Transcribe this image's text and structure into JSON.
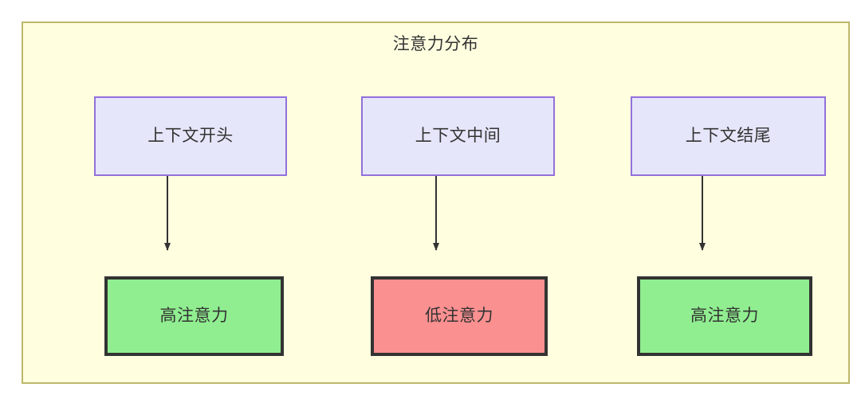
{
  "diagram": {
    "title": "注意力分布",
    "background_color": "#ffffe0",
    "border_color": "#bdb76b",
    "nodes": [
      {
        "id": "ctx-start",
        "label": "上下文开头",
        "row": "top",
        "fill": "#e6e6fa",
        "stroke": "#9370db"
      },
      {
        "id": "ctx-middle",
        "label": "上下文中间",
        "row": "top",
        "fill": "#e6e6fa",
        "stroke": "#9370db"
      },
      {
        "id": "ctx-end",
        "label": "上下文结尾",
        "row": "top",
        "fill": "#e6e6fa",
        "stroke": "#9370db"
      },
      {
        "id": "high-start",
        "label": "高注意力",
        "row": "bottom",
        "fill": "#90ee90",
        "stroke": "#333333"
      },
      {
        "id": "low-middle",
        "label": "低注意力",
        "row": "bottom",
        "fill": "#fa9090",
        "stroke": "#333333"
      },
      {
        "id": "high-end",
        "label": "高注意力",
        "row": "bottom",
        "fill": "#90ee90",
        "stroke": "#333333"
      }
    ],
    "edges": [
      {
        "from": "ctx-start",
        "to": "high-start",
        "style": "solid-arrow"
      },
      {
        "from": "ctx-middle",
        "to": "low-middle",
        "style": "solid-arrow"
      },
      {
        "from": "ctx-end",
        "to": "high-end",
        "style": "solid-arrow"
      }
    ]
  }
}
